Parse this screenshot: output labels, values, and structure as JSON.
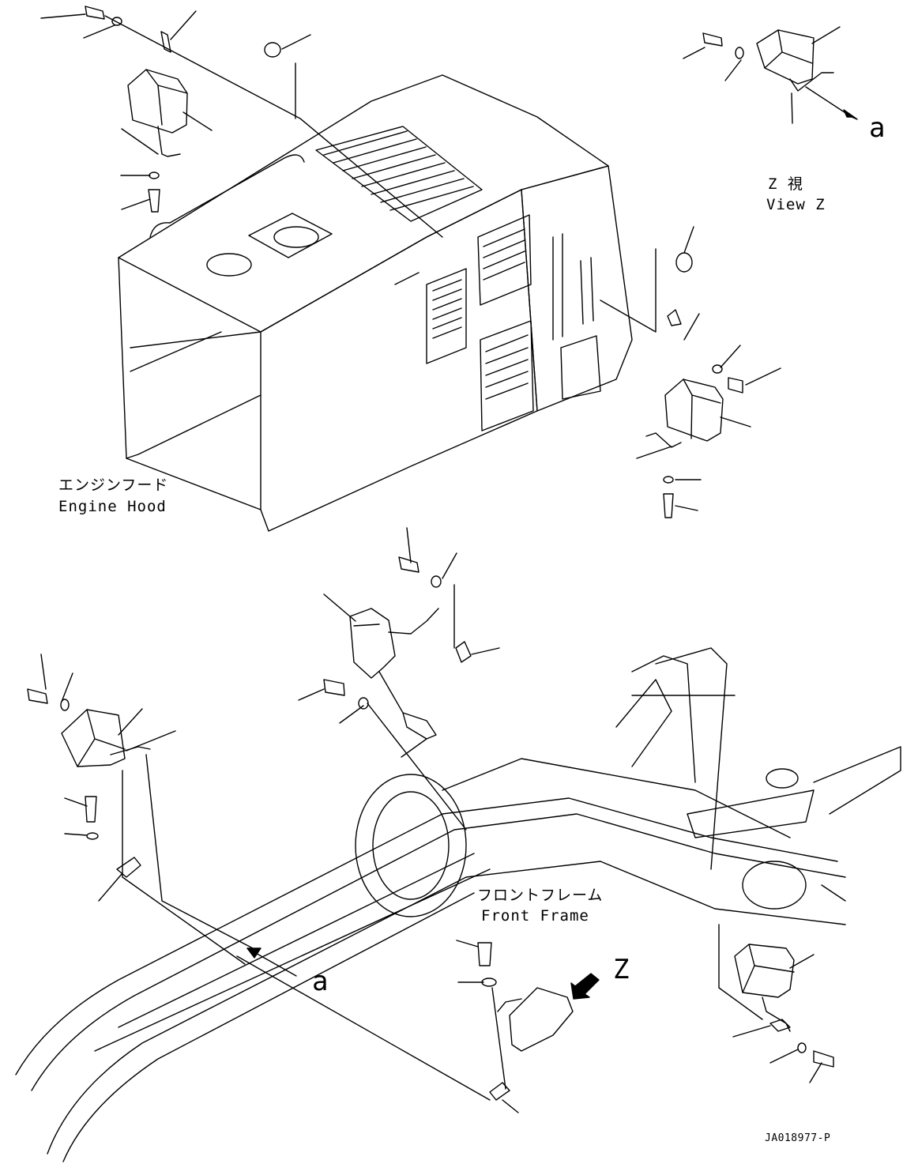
{
  "labels": {
    "engine_hood_ja": "エンジンフード",
    "engine_hood_en": "Engine Hood",
    "view_z_ja": "Z 視",
    "view_z_en": "View Z",
    "front_frame_ja": "フロントフレーム",
    "front_frame_en": "Front Frame",
    "ref_a_top": "a",
    "ref_a_bottom": "a",
    "view_z_marker": "Z",
    "drawing_number": "JA018977-P"
  }
}
